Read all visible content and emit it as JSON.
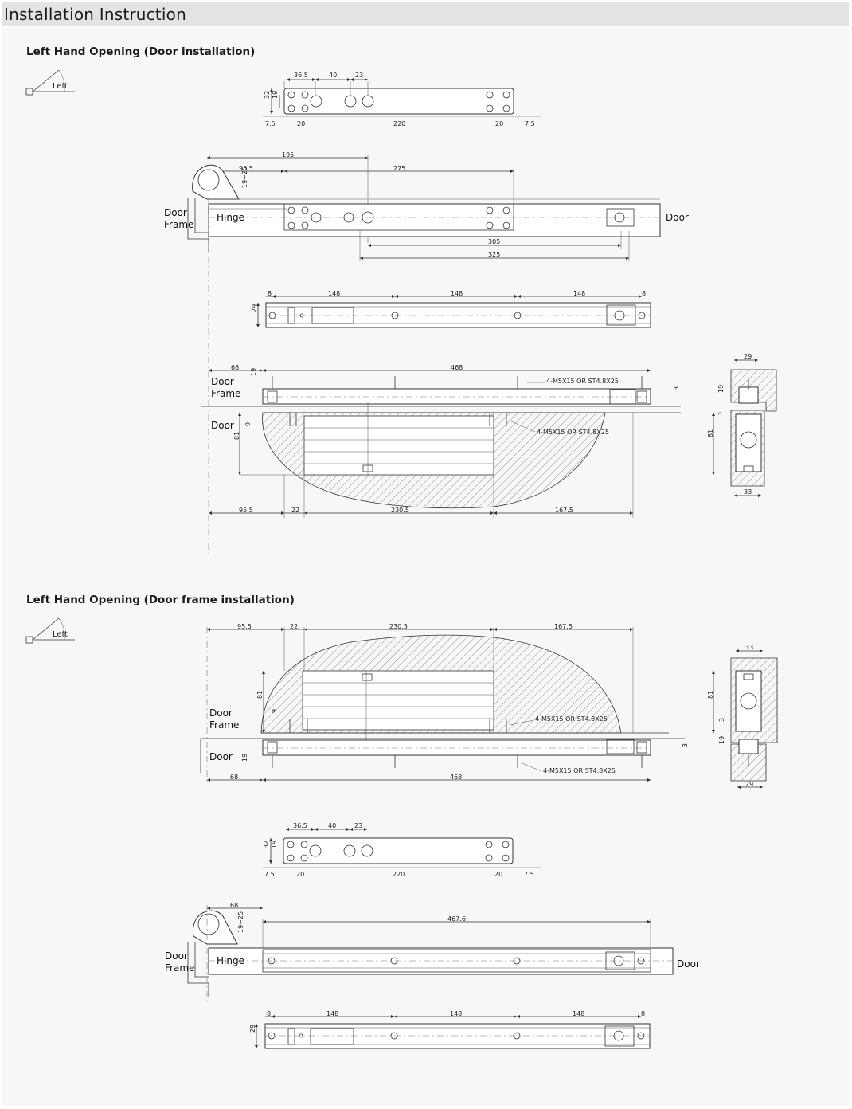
{
  "header": {
    "title": "Installation Instruction"
  },
  "sections": [
    {
      "title": "Left Hand Opening (Door installation)",
      "swing_label": "Left",
      "top_plate_dims": {
        "a": "36.5",
        "b": "40",
        "c": "23",
        "h": "32",
        "h2": "19",
        "e1": "7.5",
        "e2": "20",
        "mid": "220",
        "e3": "20",
        "e4": "7.5"
      },
      "hinge_view": {
        "door_frame_line1": "Door",
        "door_frame_line2": "Frame",
        "hinge": "Hinge",
        "door": "Door",
        "d195": "195",
        "d95_5": "95.5",
        "d275": "275",
        "d19_25": "19~25",
        "d305": "305",
        "d325": "325"
      },
      "side_view": {
        "d8a": "8",
        "d148a": "148",
        "d148b": "148",
        "d148c": "148",
        "d8b": "8",
        "d29": "29"
      },
      "section_view": {
        "d68": "68",
        "d468": "468",
        "d19": "19",
        "screw_top": "4-M5X15 OR ST4.8X25",
        "screw_bottom": "4-M5X15 OR ST4.8X25",
        "door_frame_line1": "Door",
        "door_frame_line2": "Frame",
        "door": "Door",
        "d9": "9",
        "d81": "81",
        "d3": "3",
        "b95_5": "95.5",
        "b22": "22",
        "b230_5": "230.5",
        "b167_5": "167.5"
      },
      "end_view": {
        "d29": "29",
        "d19": "19",
        "d3": "3",
        "d81": "81",
        "d33": "33"
      }
    },
    {
      "title": "Left Hand Opening (Door frame installation)",
      "swing_label": "Left",
      "section_view": {
        "t95_5": "95.5",
        "t22": "22",
        "t230_5": "230.5",
        "t167_5": "167.5",
        "d81": "81",
        "d9": "9",
        "door_frame_line1": "Door",
        "door_frame_line2": "Frame",
        "door": "Door",
        "d19": "19",
        "d3": "3",
        "screw_top": "4-M5X15 OR ST4.8X25",
        "screw_bottom": "4-M5X15 OR ST4.8X25",
        "d68": "68",
        "d468": "468"
      },
      "end_view": {
        "d33": "33",
        "d81": "81",
        "d3": "3",
        "d19": "19",
        "d29": "29"
      },
      "top_plate_dims": {
        "a": "36.5",
        "b": "40",
        "c": "23",
        "h": "32",
        "h2": "19",
        "e1": "7.5",
        "e2": "20",
        "mid": "220",
        "e3": "20",
        "e4": "7.5"
      },
      "hinge_view": {
        "d68": "68",
        "d467_6": "467.6",
        "d19_25": "19~25",
        "door_frame_line1": "Door",
        "door_frame_line2": "Frame",
        "hinge": "Hinge",
        "door": "Door"
      },
      "side_view": {
        "d8a": "8",
        "d148a": "148",
        "d148b": "148",
        "d148c": "148",
        "d8b": "8",
        "d29": "29"
      }
    }
  ]
}
